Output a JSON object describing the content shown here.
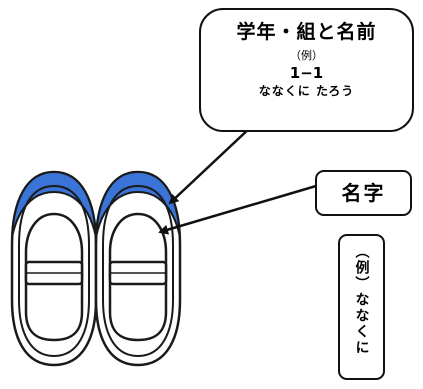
{
  "labels": {
    "grade_class_name": {
      "heading": "学年・組と名前",
      "example": "（例）",
      "grade_class": "1−1",
      "full_name": "ななくに  たろう"
    },
    "surname": "名字",
    "vertical_example": "（例）ななくに"
  },
  "colors": {
    "toe_cap": "#3a74d8",
    "outline": "#1a1a1a",
    "shoe_body": "#ffffff"
  },
  "icons": [
    "left-shoe-icon",
    "right-shoe-icon",
    "arrow-icon"
  ]
}
